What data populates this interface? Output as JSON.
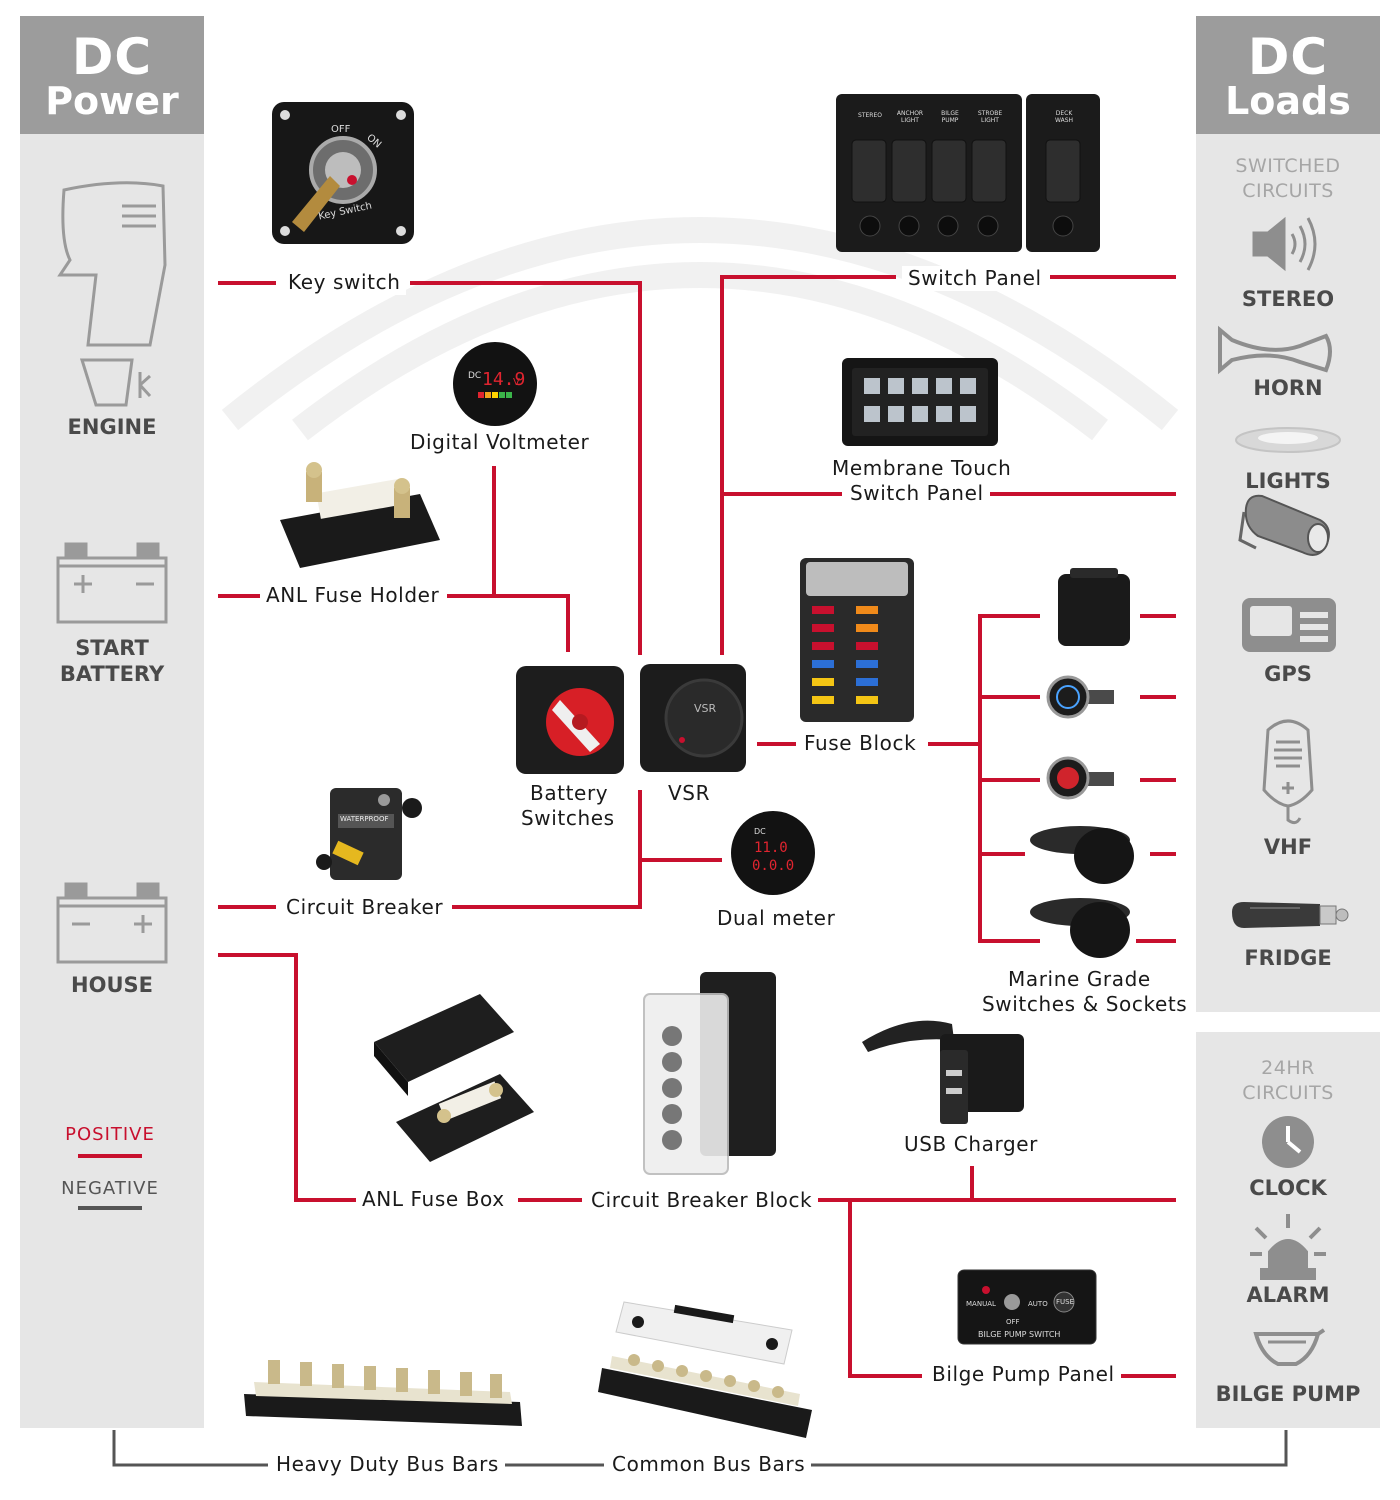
{
  "power": {
    "heading_line1": "DC",
    "heading_line2": "Power",
    "sources": [
      "ENGINE",
      "START\nBATTERY",
      "HOUSE"
    ],
    "legend": {
      "positive": "POSITIVE",
      "negative": "NEGATIVE"
    }
  },
  "loads": {
    "heading_line1": "DC",
    "heading_line2": "Loads",
    "switched_heading": "SWITCHED\nCIRCUITS",
    "switched": [
      "STEREO",
      "HORN",
      "LIGHTS",
      "GPS",
      "VHF",
      "FRIDGE"
    ],
    "allday_heading": "24HR\nCIRCUITS",
    "allday": [
      "CLOCK",
      "ALARM",
      "BILGE PUMP"
    ]
  },
  "components": {
    "key_switch": "Key switch",
    "key_switch_off": "OFF",
    "key_switch_on": "ON",
    "key_switch_brand": "Key Switch",
    "switch_panel": "Switch Panel",
    "switch_panel_rockers": [
      "STEREO",
      "ANCHOR LIGHT",
      "BILGE PUMP",
      "STROBE LIGHT",
      "DECK WASH"
    ],
    "digital_voltmeter": "Digital Voltmeter",
    "voltmeter_reading": "14.9",
    "voltmeter_unit": "V",
    "dc_tag": "DC",
    "membrane_touch_line1": "Membrane Touch",
    "membrane_touch_line2": "Switch Panel",
    "anl_fuse_holder": "ANL Fuse Holder",
    "battery_switches_line1": "Battery",
    "battery_switches_line2": "Switches",
    "vsr": "VSR",
    "vsr_tag": "VSR",
    "fuse_block": "Fuse Block",
    "circuit_breaker": "Circuit Breaker",
    "circuit_breaker_tag": "WATERPROOF",
    "dual_meter": "Dual meter",
    "dual_meter_v": "11.0",
    "dual_meter_a": "0.0.0",
    "marine_grade_line1": "Marine Grade",
    "marine_grade_line2": "Switches & Sockets",
    "anl_fuse_box": "ANL Fuse Box",
    "circuit_breaker_block": "Circuit Breaker Block",
    "usb_charger": "USB Charger",
    "bilge_pump_panel": "Bilge Pump Panel",
    "bilge_panel_text": "BILGE PUMP SWITCH",
    "bilge_panel_manual": "MANUAL",
    "bilge_panel_auto": "AUTO",
    "bilge_panel_off": "OFF",
    "bilge_panel_fuse": "FUSE",
    "heavy_duty_bus_bars": "Heavy Duty Bus Bars",
    "common_bus_bars": "Common Bus Bars"
  },
  "colors": {
    "positive": "#c8102e",
    "negative": "#555555",
    "column_bg": "#e6e6e6",
    "header_bg": "#9c9c9c",
    "label_grey": "#4a4a4a"
  }
}
